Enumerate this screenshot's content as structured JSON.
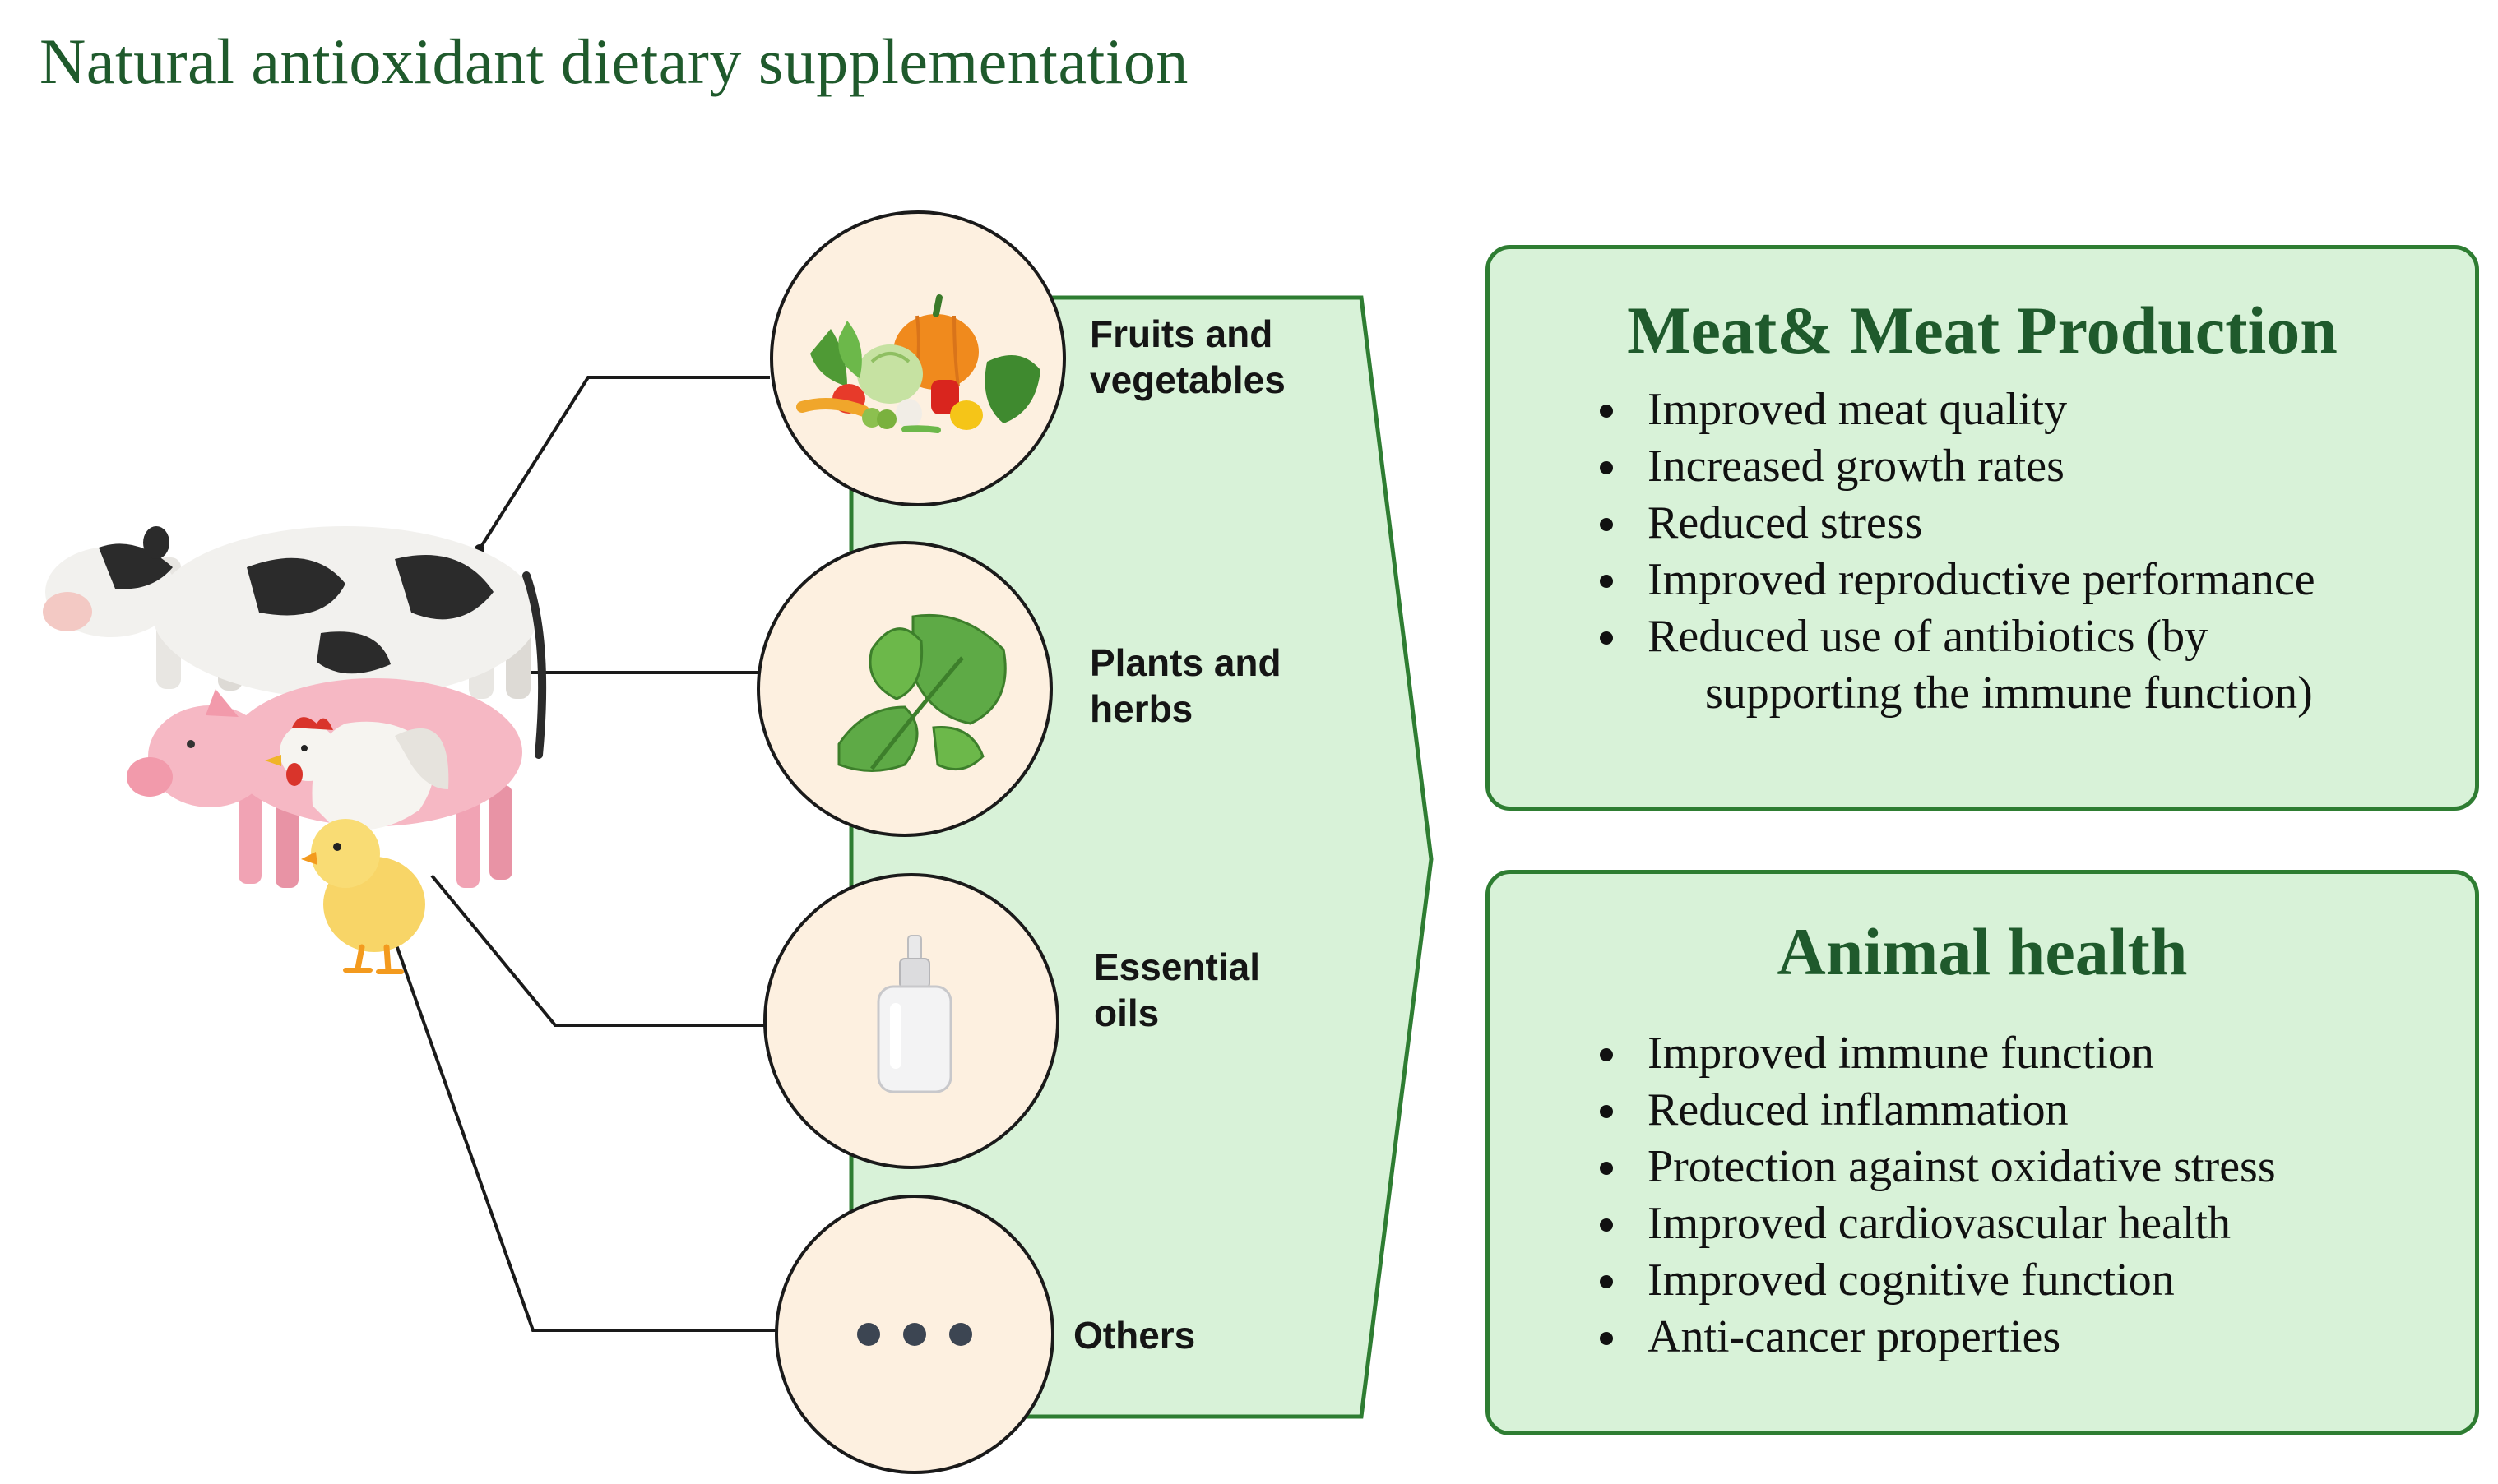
{
  "title": "Natural antioxidant dietary supplementation",
  "sources": [
    {
      "label_line1": "Fruits and",
      "label_line2": "vegetables",
      "icon": "fruits-vegetables-icon"
    },
    {
      "label_line1": "Plants and",
      "label_line2": "herbs",
      "icon": "leaf-icon"
    },
    {
      "label_line1": "Essential",
      "label_line2": "oils",
      "icon": "oil-bottle-icon"
    },
    {
      "label_line1": "Others",
      "label_line2": "",
      "icon": "ellipsis-icon"
    }
  ],
  "animals": [
    "cow-icon",
    "pig-icon",
    "hen-icon",
    "chick-icon"
  ],
  "meat_box": {
    "title": "Meat& Meat Production",
    "items": [
      "Improved meat quality",
      "Increased growth rates",
      "Reduced stress",
      "Improved reproductive performance",
      "Reduced use of antibiotics (by",
      "supporting the immune function)"
    ]
  },
  "health_box": {
    "title": "Animal health",
    "items": [
      "Improved immune function",
      "Reduced inflammation",
      "Protection against oxidative stress",
      "Improved cardiovascular health",
      "Improved cognitive function",
      "Anti-cancer properties"
    ]
  },
  "colors": {
    "title_green": "#1f5a2c",
    "box_fill": "#d8f2d8",
    "box_border": "#2e7d32",
    "circle_fill": "#fdf0e0"
  }
}
